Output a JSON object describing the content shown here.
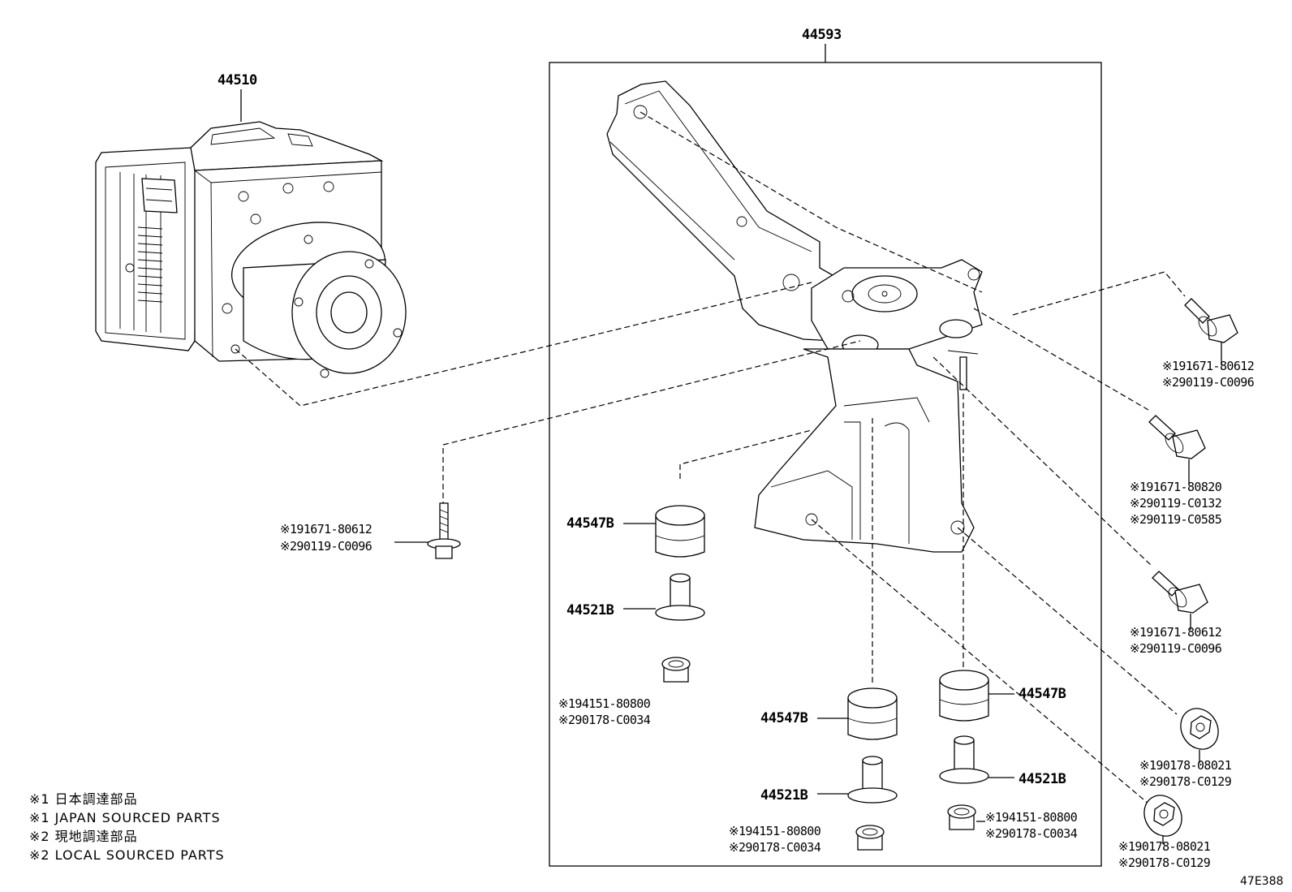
{
  "labels": {
    "actuator": "44510",
    "bracket_assy": "44593",
    "cushion_left": "44547B",
    "collar_left": "44521B",
    "cushion_mid": "44547B",
    "collar_mid": "44521B",
    "cushion_right": "44547B",
    "collar_right": "44521B"
  },
  "codes": {
    "bolt_left": [
      "※191671-80612",
      "※290119-C0096"
    ],
    "nut_left": [
      "※194151-80800",
      "※290178-C0034"
    ],
    "nut_bottom_mid": [
      "※194151-80800",
      "※290178-C0034"
    ],
    "nut_bottom_right": [
      "※194151-80800",
      "※290178-C0034"
    ],
    "bolt_right_top": [
      "※191671-80612",
      "※290119-C0096"
    ],
    "bolt_right_2": [
      "※191671-80820",
      "※290119-C0132",
      "※290119-C0585"
    ],
    "bolt_right_3": [
      "※191671-80612",
      "※290119-C0096"
    ],
    "nut_right_1": [
      "※190178-08021",
      "※290178-C0129"
    ],
    "nut_right_2": [
      "※190178-08021",
      "※290178-C0129"
    ]
  },
  "legend": [
    "※1 日本調達部品",
    "※1 JAPAN SOURCED PARTS",
    "※2 現地調達部品",
    "※2 LOCAL SOURCED PARTS"
  ],
  "figure_id": "47E388"
}
